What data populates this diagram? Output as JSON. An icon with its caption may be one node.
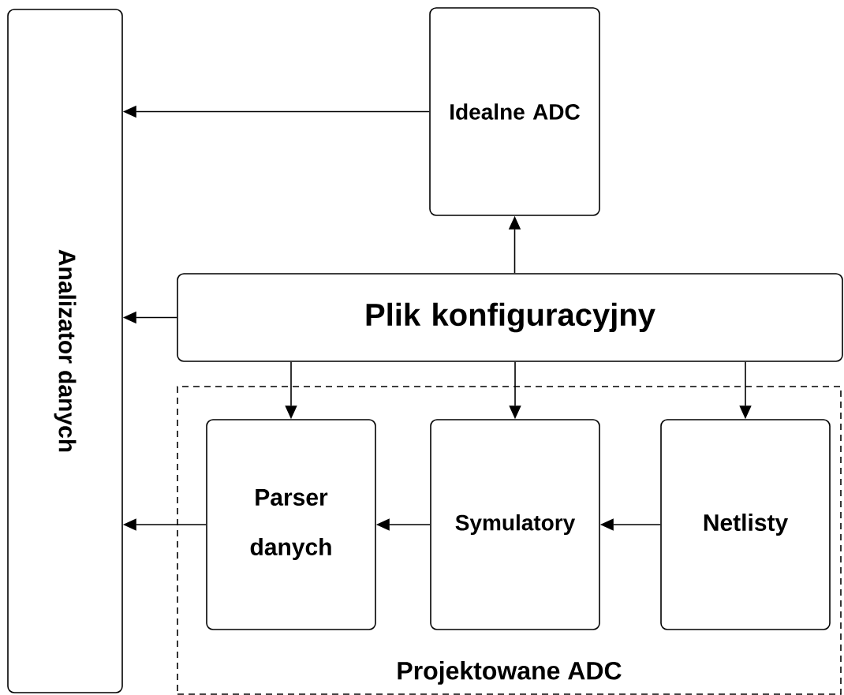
{
  "diagram": {
    "nodes": [
      {
        "text": [
          "Analizator danych"
        ]
      },
      {
        "text": [
          "Idealne ADC"
        ]
      },
      {
        "text": [
          "Plik konfiguracyjny"
        ]
      },
      {
        "text": [
          "Projektowane ADC"
        ]
      },
      {
        "text": [
          "Parser danych"
        ],
        "in": 3
      },
      {
        "text": [
          "Symulatory"
        ],
        "in": 3
      },
      {
        "text": [
          "Netlisty"
        ],
        "in": 3
      }
    ],
    "edges": [
      {
        "from": 1,
        "to": 0,
        "arrow": "to"
      },
      {
        "from": 2,
        "to": 1,
        "arrow": "to"
      },
      {
        "from": 2,
        "to": 0,
        "arrow": "to"
      },
      {
        "from": 2,
        "to": 4,
        "arrow": "to"
      },
      {
        "from": 2,
        "to": 5,
        "arrow": "to"
      },
      {
        "from": 2,
        "to": 6,
        "arrow": "to"
      },
      {
        "from": 6,
        "to": 5,
        "arrow": "to"
      },
      {
        "from": 5,
        "to": 4,
        "arrow": "to"
      },
      {
        "from": 4,
        "to": 0,
        "arrow": "to"
      }
    ]
  }
}
